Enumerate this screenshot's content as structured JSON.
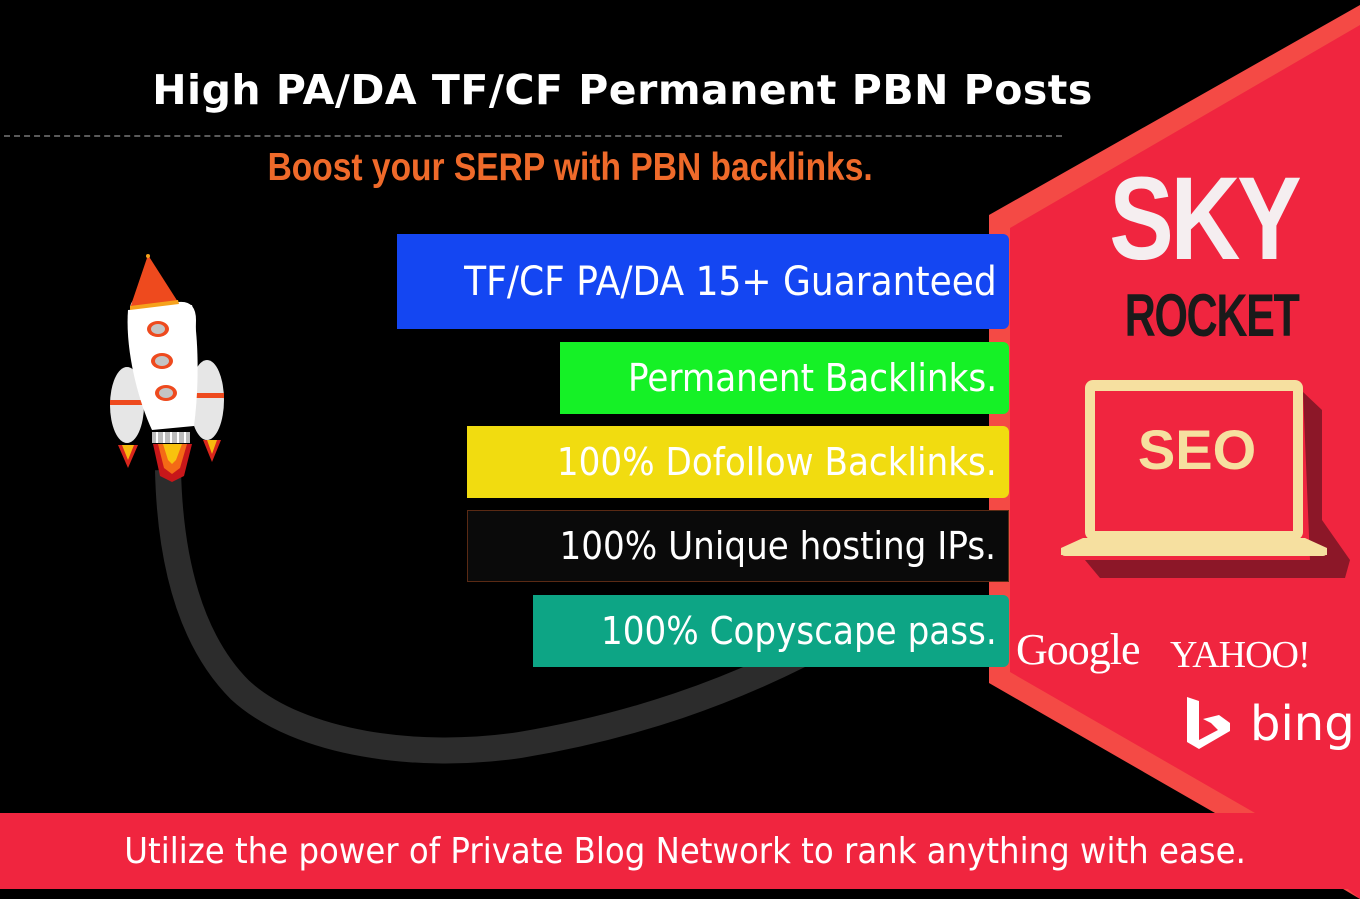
{
  "header": {
    "title": "High PA/DA TF/CF Permanent PBN Posts",
    "subtitle": "Boost your SERP with PBN backlinks."
  },
  "features": [
    {
      "label": "TF/CF PA/DA 15+ Guaranteed",
      "color": "#1446f2"
    },
    {
      "label": "Permanent Backlinks.",
      "color": "#15f126"
    },
    {
      "label": "100% Dofollow Backlinks.",
      "color": "#f1dc10"
    },
    {
      "label": "100% Unique hosting IPs.",
      "color": "#0a0a0a"
    },
    {
      "label": "100% Copyscape pass.",
      "color": "#0da585"
    }
  ],
  "brand": {
    "line1": "SKY",
    "line2": "ROCKET",
    "laptop_screen_text": "SEO"
  },
  "search_engines": [
    {
      "name": "Google"
    },
    {
      "name": "YAHOO!"
    },
    {
      "name": "bing"
    }
  ],
  "footer": {
    "tagline": "Utilize the power of Private Blog Network to rank anything with ease."
  },
  "colors": {
    "background": "#000000",
    "accent_red": "#f0253f",
    "accent_red_light": "#f44a45",
    "subtitle_orange": "#ef6a2a",
    "brand_white": "#f5eef0",
    "brand_dark": "#1a1a1a",
    "laptop_cream": "#f6e0a0",
    "trail_gray": "#2c2c2c"
  }
}
